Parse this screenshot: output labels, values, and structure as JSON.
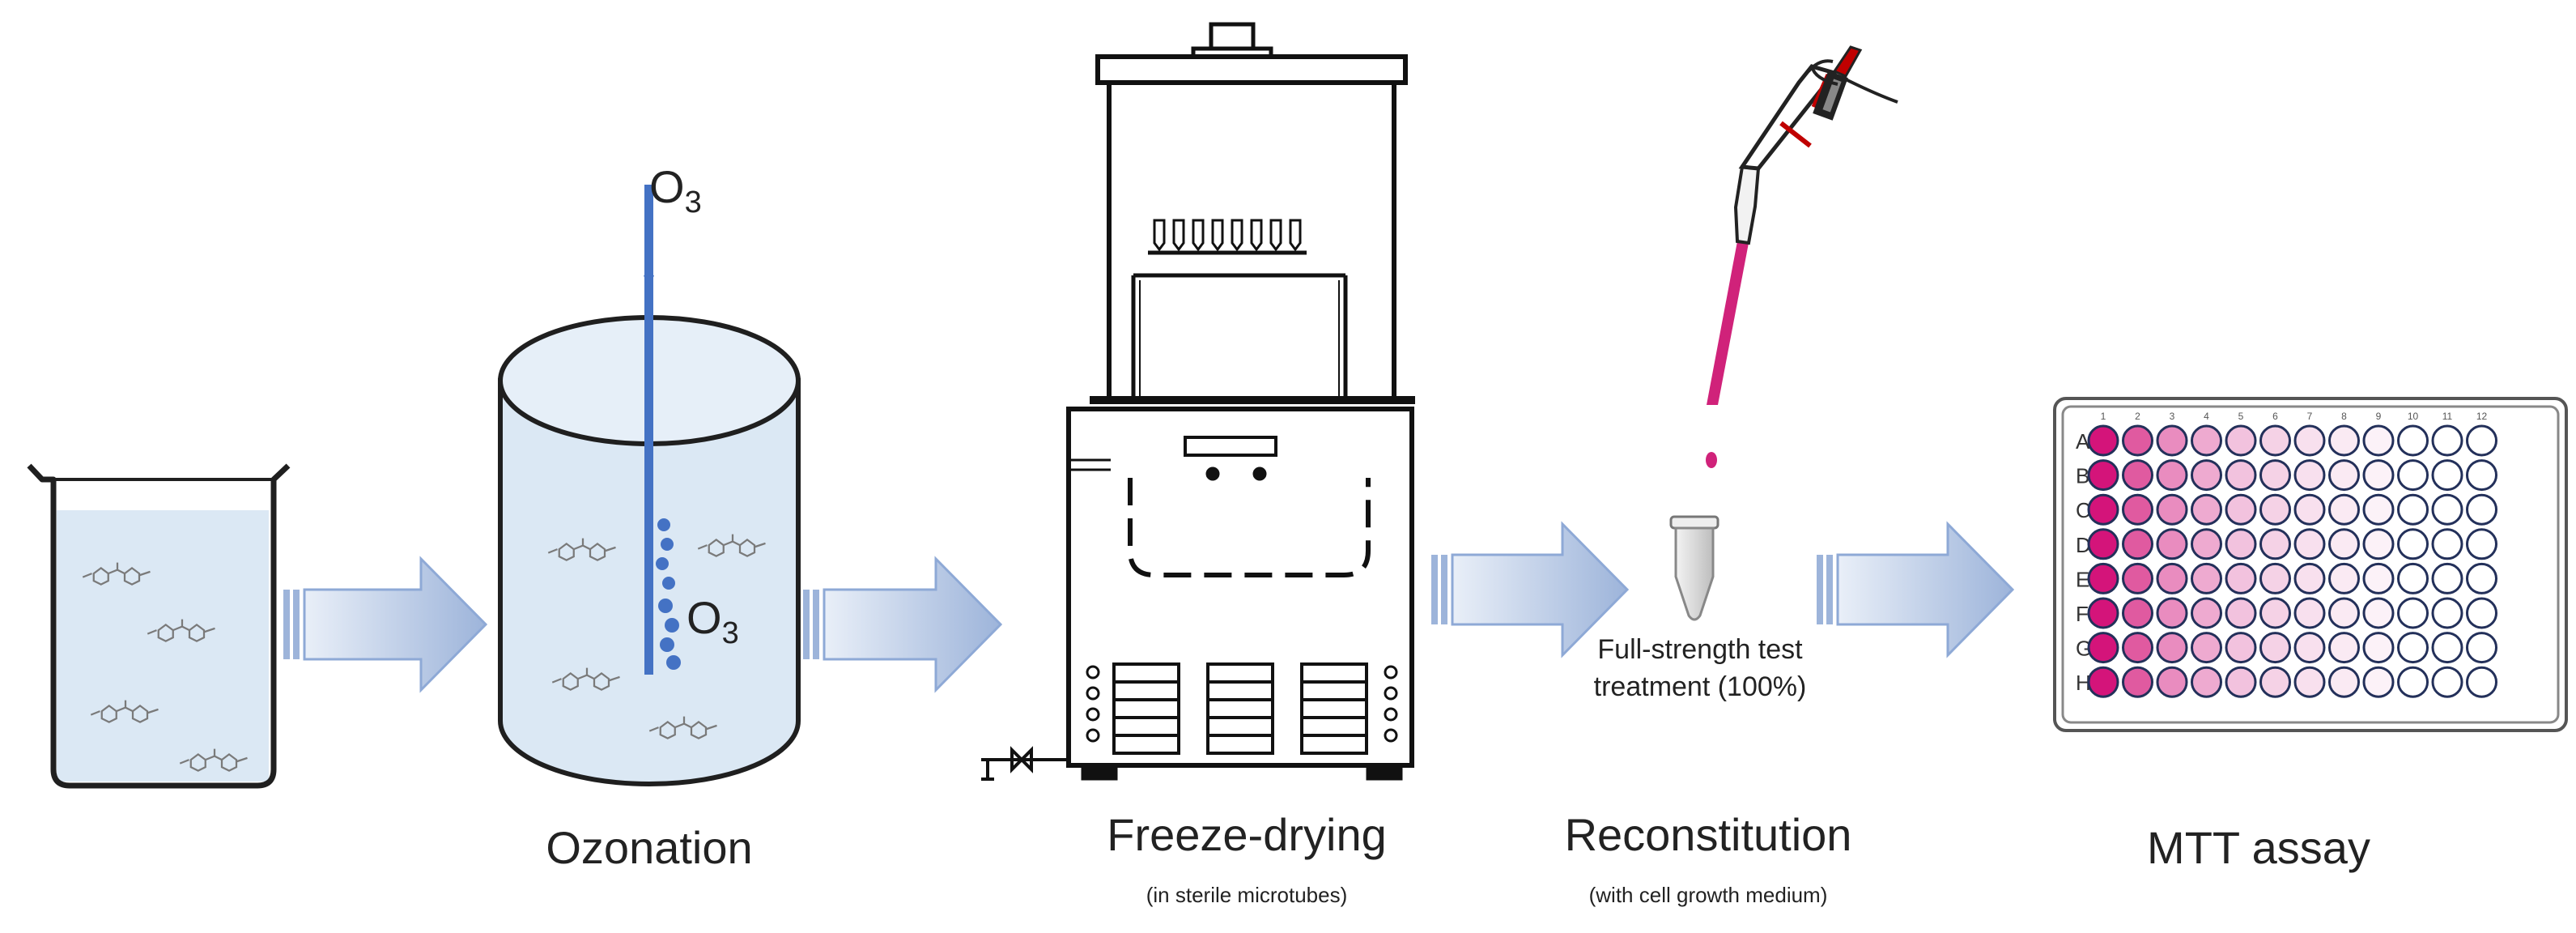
{
  "steps": [
    {
      "label": "Ozonation"
    },
    {
      "label": "Freeze-drying",
      "note": "(in sterile microtubes)"
    },
    {
      "label": "Reconstitution",
      "note": "(with cell growth medium)"
    },
    {
      "label": "MTT assay"
    }
  ],
  "ozone": {
    "main": "O",
    "sub": "3"
  },
  "tube_caption": [
    "Full-strength test",
    "treatment (100%)"
  ],
  "plate": {
    "rows": [
      "A",
      "B",
      "C",
      "D",
      "E",
      "F",
      "G",
      "H"
    ],
    "cols": [
      "1",
      "2",
      "3",
      "4",
      "5",
      "6",
      "7",
      "8",
      "9",
      "10",
      "11",
      "12"
    ]
  },
  "colors": {
    "water": "#dbe8f4",
    "pipe": "#4472c4",
    "arrow_fill": "#b4c7e7",
    "magenta": "#d0227a",
    "pipette_red": "#c00000"
  }
}
